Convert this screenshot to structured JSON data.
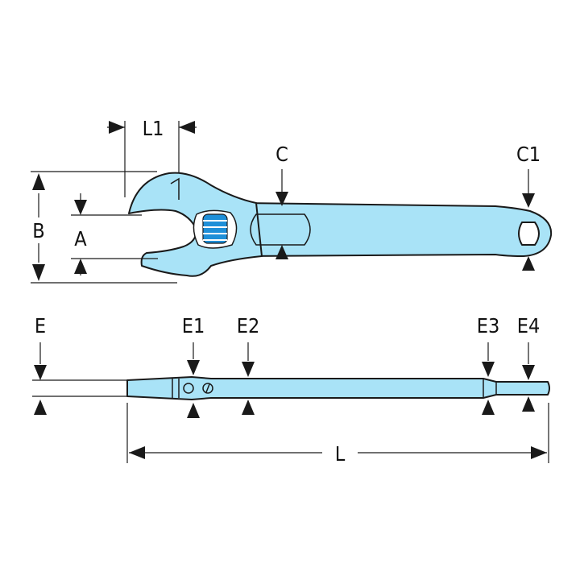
{
  "colors": {
    "tool_fill": "#a9e3f7",
    "knurl_blue": "#1e8fd8",
    "outline": "#1a1a1a",
    "background": "#ffffff"
  },
  "labels": {
    "L1": "L1",
    "C": "C",
    "C1": "C1",
    "B": "B",
    "A": "A",
    "E": "E",
    "E1": "E1",
    "E2": "E2",
    "E3": "E3",
    "E4": "E4",
    "L": "L"
  }
}
